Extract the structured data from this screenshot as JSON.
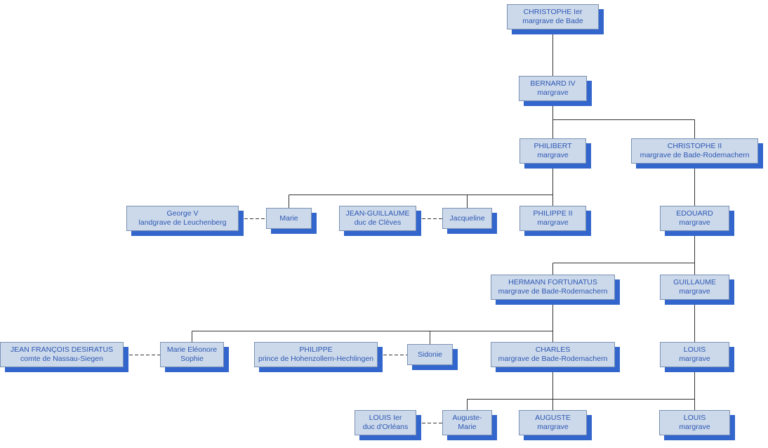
{
  "colors": {
    "box_fill": "#ccd9ea",
    "box_border": "#7a90b4",
    "box_shadow": "#3366cc",
    "text": "#2d57b4",
    "connector": "#333333",
    "background": "#ffffff"
  },
  "nodes": [
    {
      "name": "CHRISTOPHE Ier",
      "subtitle": "margrave de Bade"
    },
    {
      "name": "BERNARD IV",
      "subtitle": "margrave"
    },
    {
      "name": "PHILIBERT",
      "subtitle": "margrave"
    },
    {
      "name": "CHRISTOPHE II",
      "subtitle": "margrave de Bade-Rodemachern"
    },
    {
      "name": "George V",
      "subtitle": "landgrave de Leuchenberg"
    },
    {
      "name": "Marie",
      "subtitle": ""
    },
    {
      "name": "JEAN-GUILLAUME",
      "subtitle": "duc de Clèves"
    },
    {
      "name": "Jacqueline",
      "subtitle": ""
    },
    {
      "name": "PHILIPPE II",
      "subtitle": "margrave"
    },
    {
      "name": "EDOUARD",
      "subtitle": "margrave"
    },
    {
      "name": "HERMANN FORTUNATUS",
      "subtitle": "margrave de Bade-Rodemachern"
    },
    {
      "name": "GUILLAUME",
      "subtitle": "margrave"
    },
    {
      "name": "JEAN FRANÇOIS DESIRATUS",
      "subtitle": "comte de Nassau-Siegen"
    },
    {
      "name": "Marie Eléonore",
      "subtitle": "Sophie"
    },
    {
      "name": "PHILIPPE",
      "subtitle": "prince de Hohenzollern-Hechlingen"
    },
    {
      "name": "Sidonie",
      "subtitle": ""
    },
    {
      "name": "CHARLES",
      "subtitle": "margrave de Bade-Rodemachern"
    },
    {
      "name": "LOUIS",
      "subtitle": "margrave"
    },
    {
      "name": "LOUIS Ier",
      "subtitle": "duc d'Orléans"
    },
    {
      "name": "Auguste-",
      "subtitle": "Marie"
    },
    {
      "name": "AUGUSTE",
      "subtitle": "margrave"
    },
    {
      "name": "LOUIS",
      "subtitle": "margrave"
    }
  ],
  "edges": {
    "descent": [
      {
        "from": [
          "CHRISTOPHE Ier"
        ],
        "to": [
          "BERNARD IV"
        ]
      },
      {
        "from": [
          "BERNARD IV"
        ],
        "to": [
          "PHILIBERT",
          "CHRISTOPHE II"
        ]
      },
      {
        "from": [
          "PHILIBERT"
        ],
        "to": [
          "Marie",
          "Jacqueline",
          "PHILIPPE II"
        ]
      },
      {
        "from": [
          "CHRISTOPHE II"
        ],
        "to": [
          "EDOUARD"
        ]
      },
      {
        "from": [
          "EDOUARD"
        ],
        "to": [
          "HERMANN FORTUNATUS",
          "GUILLAUME"
        ]
      },
      {
        "from": [
          "HERMANN FORTUNATUS"
        ],
        "to": [
          "Marie Eléonore Sophie",
          "Sidonie",
          "CHARLES"
        ]
      },
      {
        "from": [
          "GUILLAUME"
        ],
        "to": [
          "LOUIS"
        ]
      },
      {
        "from": [
          "CHARLES",
          "LOUIS"
        ],
        "to": [
          "Auguste-Marie",
          "AUGUSTE",
          "LOUIS"
        ]
      }
    ],
    "marriages": [
      [
        "George V",
        "Marie"
      ],
      [
        "JEAN-GUILLAUME",
        "Jacqueline"
      ],
      [
        "JEAN FRANÇOIS DESIRATUS",
        "Marie Eléonore Sophie"
      ],
      [
        "PHILIPPE",
        "Sidonie"
      ],
      [
        "LOUIS Ier",
        "Auguste-Marie"
      ]
    ]
  }
}
